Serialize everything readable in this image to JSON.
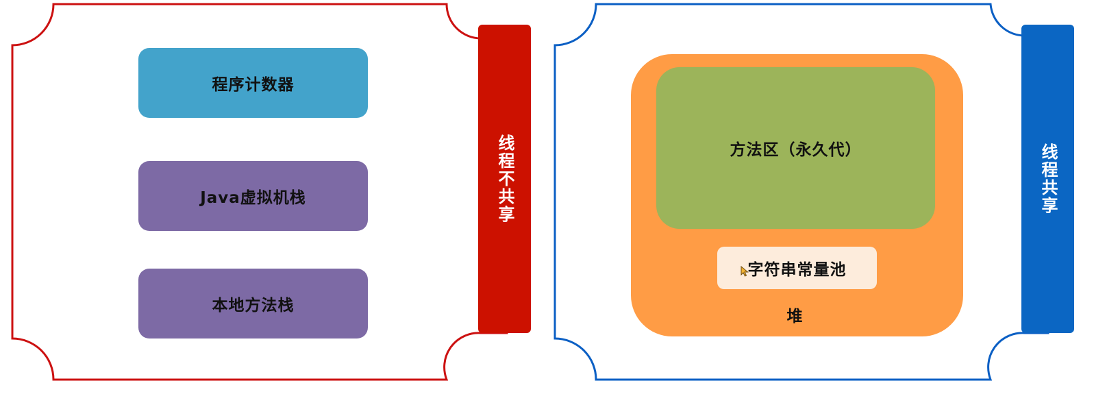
{
  "colors": {
    "left_frame": "#cc1111",
    "right_frame": "#0b5fc4",
    "red_band": "#cc1100",
    "blue_band": "#0b66c3",
    "program_counter": "#43a3cb",
    "stack": "#7d6aa5",
    "heap": "#ff9c45",
    "method_area": "#9cb45a",
    "string_pool": "#fdecdc"
  },
  "left_panel": {
    "boxes": [
      {
        "label": "程序计数器"
      },
      {
        "label": "Java虚拟机栈"
      },
      {
        "label": "本地方法栈"
      }
    ],
    "band_label": "线程不共享"
  },
  "right_panel": {
    "heap_label": "堆",
    "method_area_label": "方法区（永久代）",
    "string_pool_label": "字符串常量池",
    "band_label": "线程共享"
  },
  "icons": {
    "cursor": "mouse-cursor-icon"
  }
}
